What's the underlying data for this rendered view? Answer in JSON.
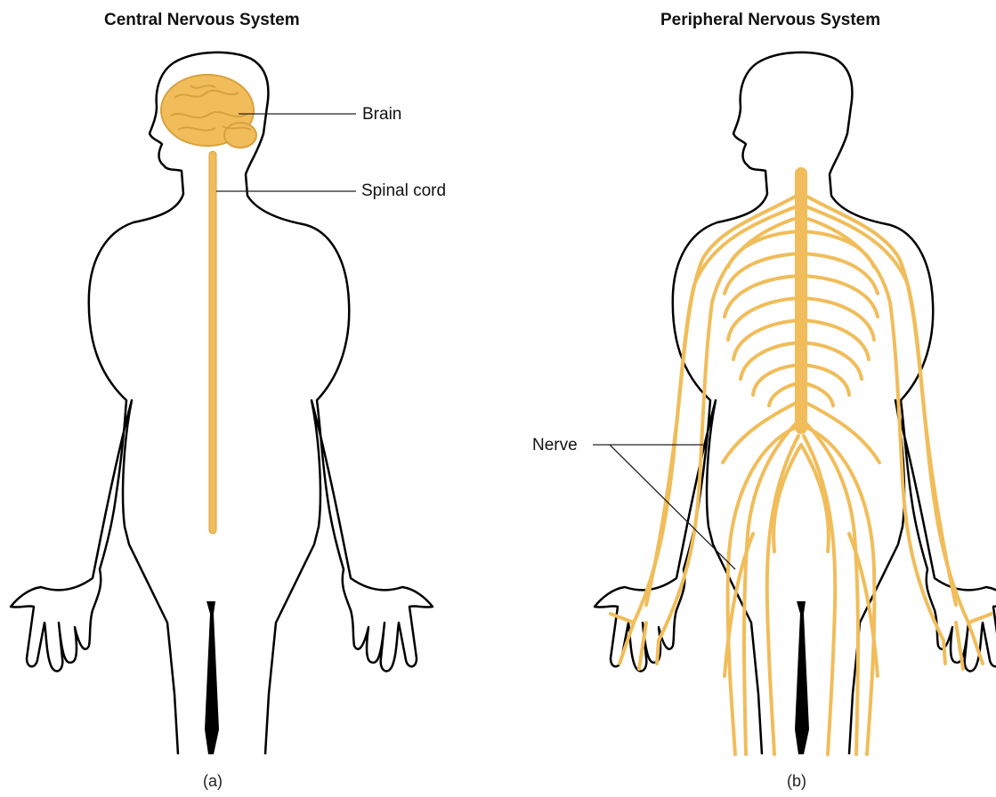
{
  "panels": {
    "a": {
      "title": "Central Nervous System",
      "caption": "(a)",
      "labels": {
        "brain": "Brain",
        "spinal_cord": "Spinal cord"
      }
    },
    "b": {
      "title": "Peripheral Nervous System",
      "caption": "(b)",
      "labels": {
        "nerve": "Nerve"
      }
    }
  },
  "colors": {
    "nerve": "#f0bd5a",
    "nerve_dark": "#d9a03e",
    "outline": "#000000",
    "leader": "#222222"
  }
}
